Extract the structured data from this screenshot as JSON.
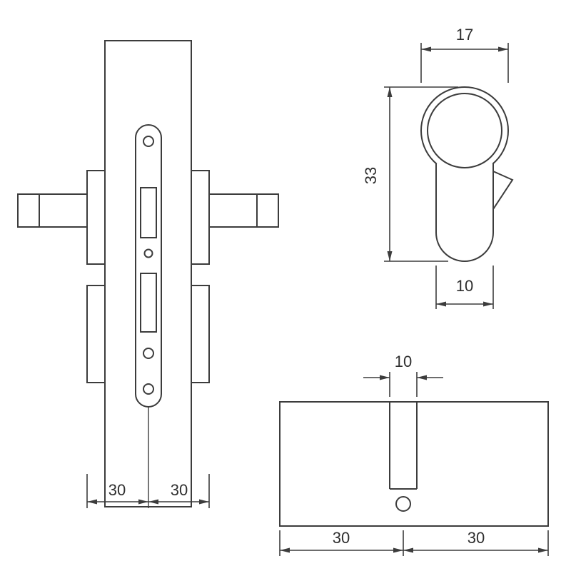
{
  "meta": {
    "background_color": "#ffffff",
    "line_color": "#3c3c3c",
    "text_color": "#2e2e2e"
  },
  "lock_front_view": {
    "dim_bottom_left": "30",
    "dim_bottom_right": "30"
  },
  "cylinder_profile": {
    "dim_width": "17",
    "dim_height": "33",
    "dim_plug_width": "10"
  },
  "cylinder_side": {
    "dim_slot_width": "10",
    "dim_bottom_left": "30",
    "dim_bottom_right": "30"
  }
}
